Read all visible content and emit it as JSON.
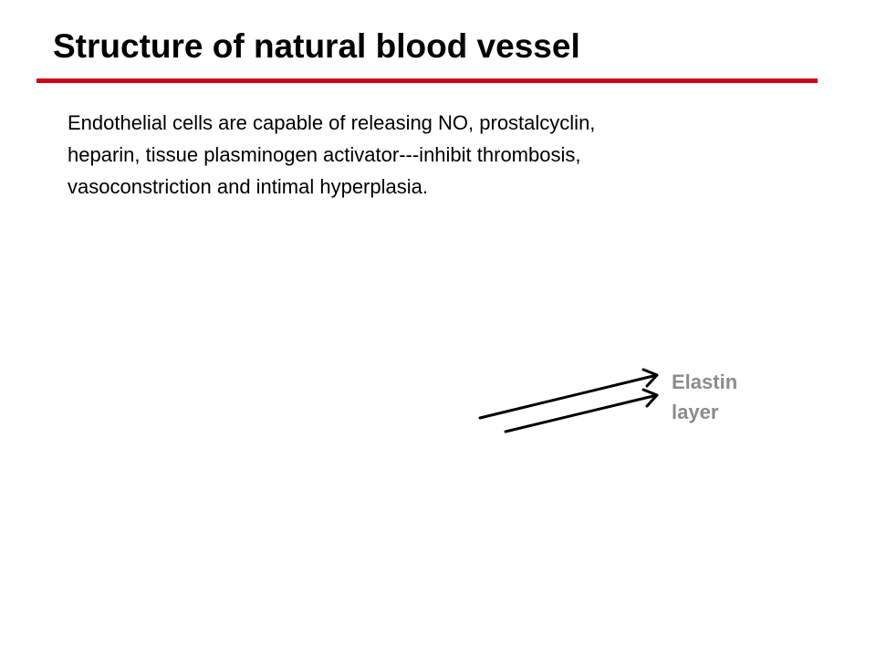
{
  "slide": {
    "title": "Structure of natural blood vessel",
    "body_lines": [
      "Endothelial cells are capable of releasing NO, prostalcyclin,",
      "heparin, tissue plasminogen activator---inhibit thrombosis,",
      "vasoconstriction and intimal hyperplasia."
    ],
    "callout": {
      "lines": [
        "Elastin",
        "layer"
      ]
    }
  },
  "colors": {
    "accent_rule": "#d0021b",
    "callout_text": "#8c8c8c",
    "arrow": "#000000"
  }
}
